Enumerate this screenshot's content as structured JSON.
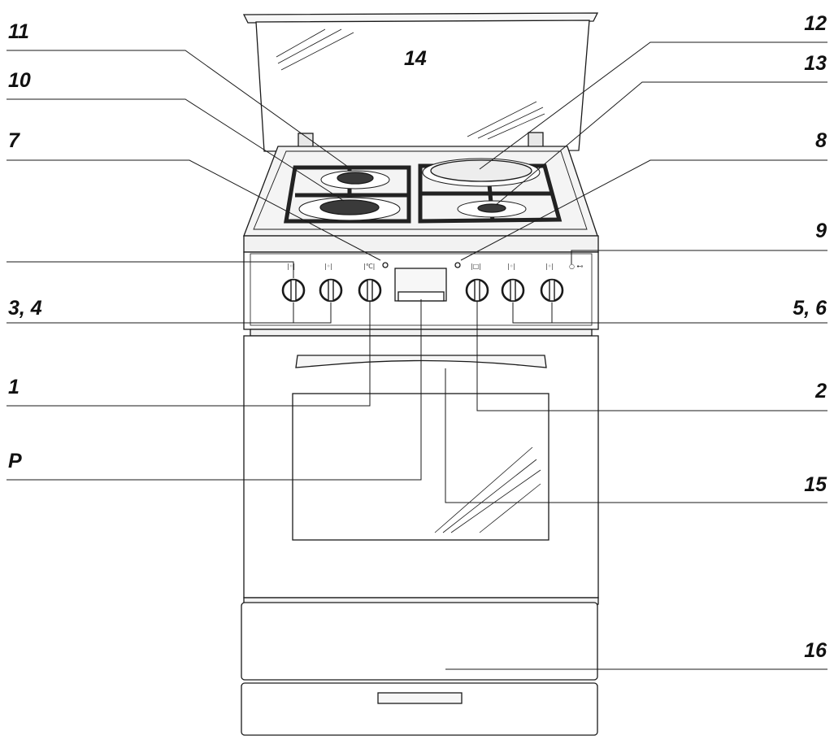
{
  "diagram": {
    "colors": {
      "line": "#1a1a1a",
      "fill_light": "#f2f2f2",
      "fill_white": "#ffffff",
      "burner_dark": "#3a3a3a",
      "hotplate": "#e6e6e6"
    },
    "callouts": {
      "c11": "11",
      "c10": "10",
      "c7": "7",
      "c14": "14",
      "c12": "12",
      "c13": "13",
      "c8": "8",
      "c9": "9",
      "c34": "3, 4",
      "c56": "5, 6",
      "c1": "1",
      "c2": "2",
      "cP": "P",
      "c15": "15",
      "c16": "16"
    },
    "knob_symbols": {
      "k1": "|◦|",
      "k2": "|◦|",
      "k3": "|℃|",
      "k4": "|□|",
      "k5": "|◦|",
      "k6": "|◦|",
      "key": "○ ⊷"
    }
  }
}
